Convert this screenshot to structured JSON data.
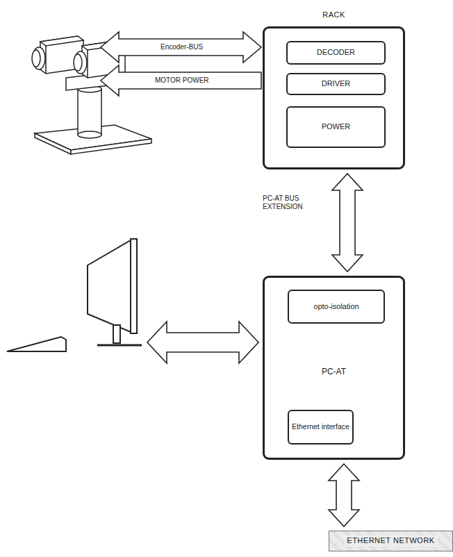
{
  "diagram": {
    "nodes": [
      {
        "text": [
          "RACK"
        ]
      },
      {
        "text": [
          "DECODER"
        ],
        "in": 0
      },
      {
        "text": [
          "DRIVER"
        ],
        "in": 0
      },
      {
        "text": [
          "POWER"
        ],
        "in": 0
      },
      {
        "text": [
          "PC-AT"
        ]
      },
      {
        "text": [
          "opto-isolation"
        ],
        "in": 4
      },
      {
        "text": [
          "Ethernet interface"
        ],
        "in": 4
      },
      {
        "text": [
          "ETHERNET NETWORK"
        ]
      }
    ],
    "edges": [
      {
        "from": 0,
        "to": 4,
        "arrow": "both",
        "label": "PC-AT BUS EXTENSION"
      },
      {
        "from": 4,
        "to": 7,
        "arrow": "both"
      }
    ],
    "labels": [
      "Encoder-BUS",
      "MOTOR POWER"
    ]
  }
}
